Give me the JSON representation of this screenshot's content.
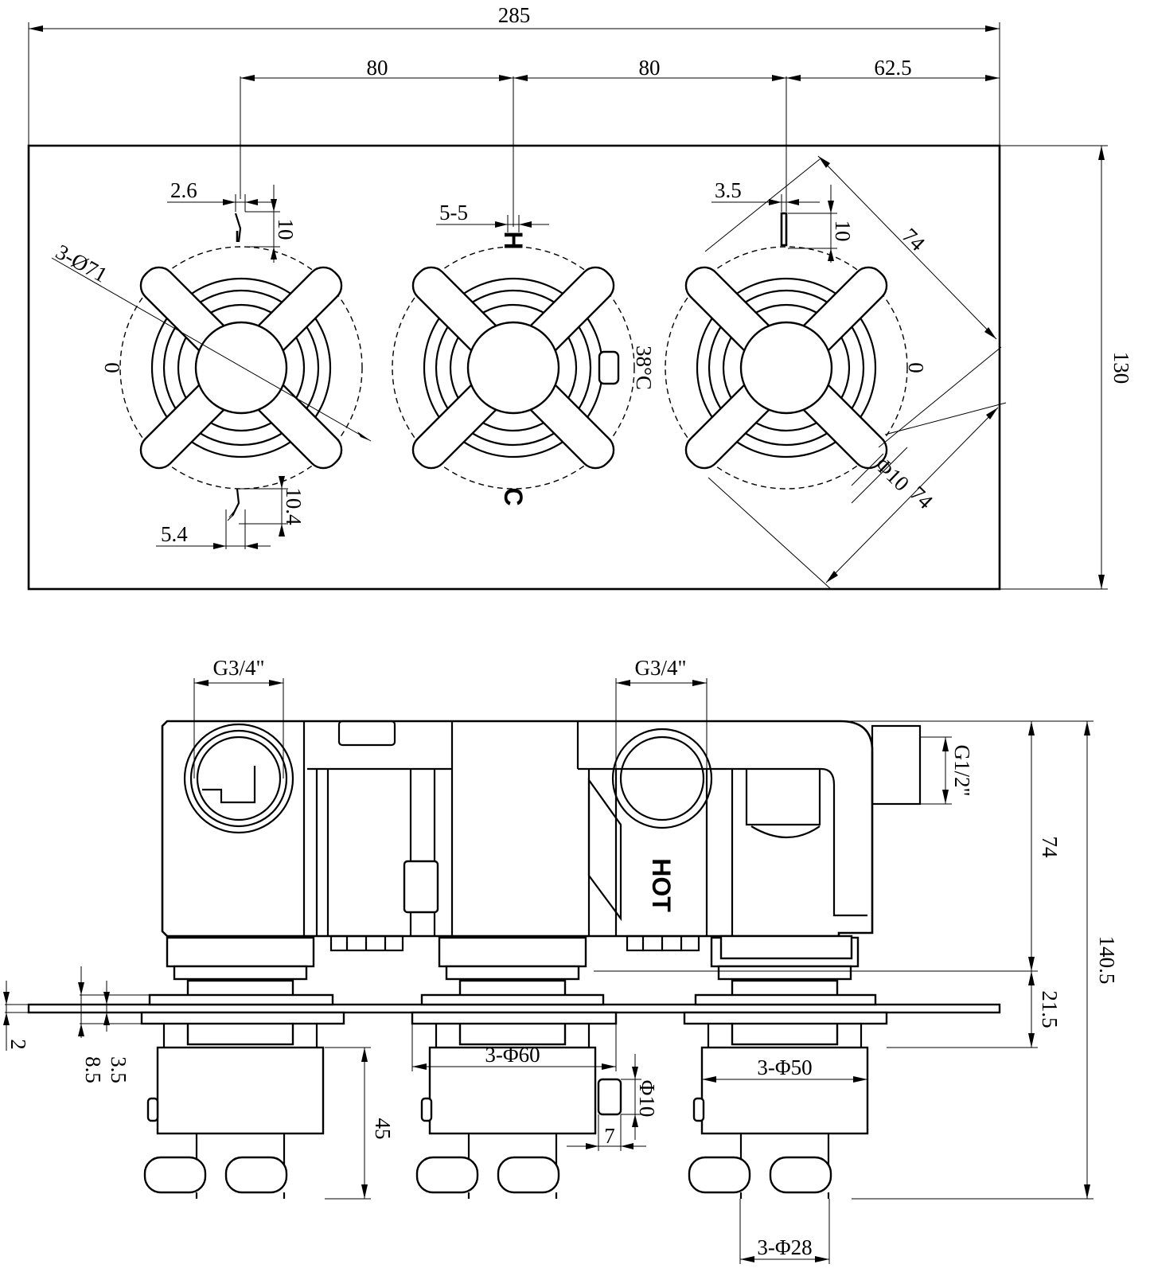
{
  "front": {
    "overall_width": "285",
    "spacing_1": "80",
    "spacing_2": "80",
    "spacing_3": "62.5",
    "height": "130",
    "tick_left": "2.6",
    "tick_left_height": "10",
    "tick_bottom_height": "10.4",
    "tick_bottom_width": "5.4",
    "handle_diameter": "3-Ø71",
    "zero_left": "0",
    "centre_tick": "5-5",
    "hot_mark": "H",
    "cold_mark": "C",
    "temp_mark": "38°C",
    "tick_right": "3.5",
    "tick_right_height": "10",
    "square_top": "74",
    "square_right": "74",
    "zero_right": "0",
    "button_dia": "Φ10"
  },
  "side": {
    "inlet_left": "G3/4\"",
    "inlet_right": "G3/4\"",
    "outlet": "G1/2\"",
    "body_height": "74",
    "total_depth": "140.5",
    "plate_offset": "21.5",
    "d_2": "2",
    "d_35": "3.5",
    "d_85": "8.5",
    "sleeve_dia": "3-Φ60",
    "escutcheon_dia": "3-Φ50",
    "knob_dia": "Φ10",
    "knob_len": "7",
    "cap_height": "45",
    "spindle_dia": "3-Φ28",
    "hot_label": "HOT"
  },
  "colors": {
    "line": "#000000",
    "background": "#ffffff"
  }
}
